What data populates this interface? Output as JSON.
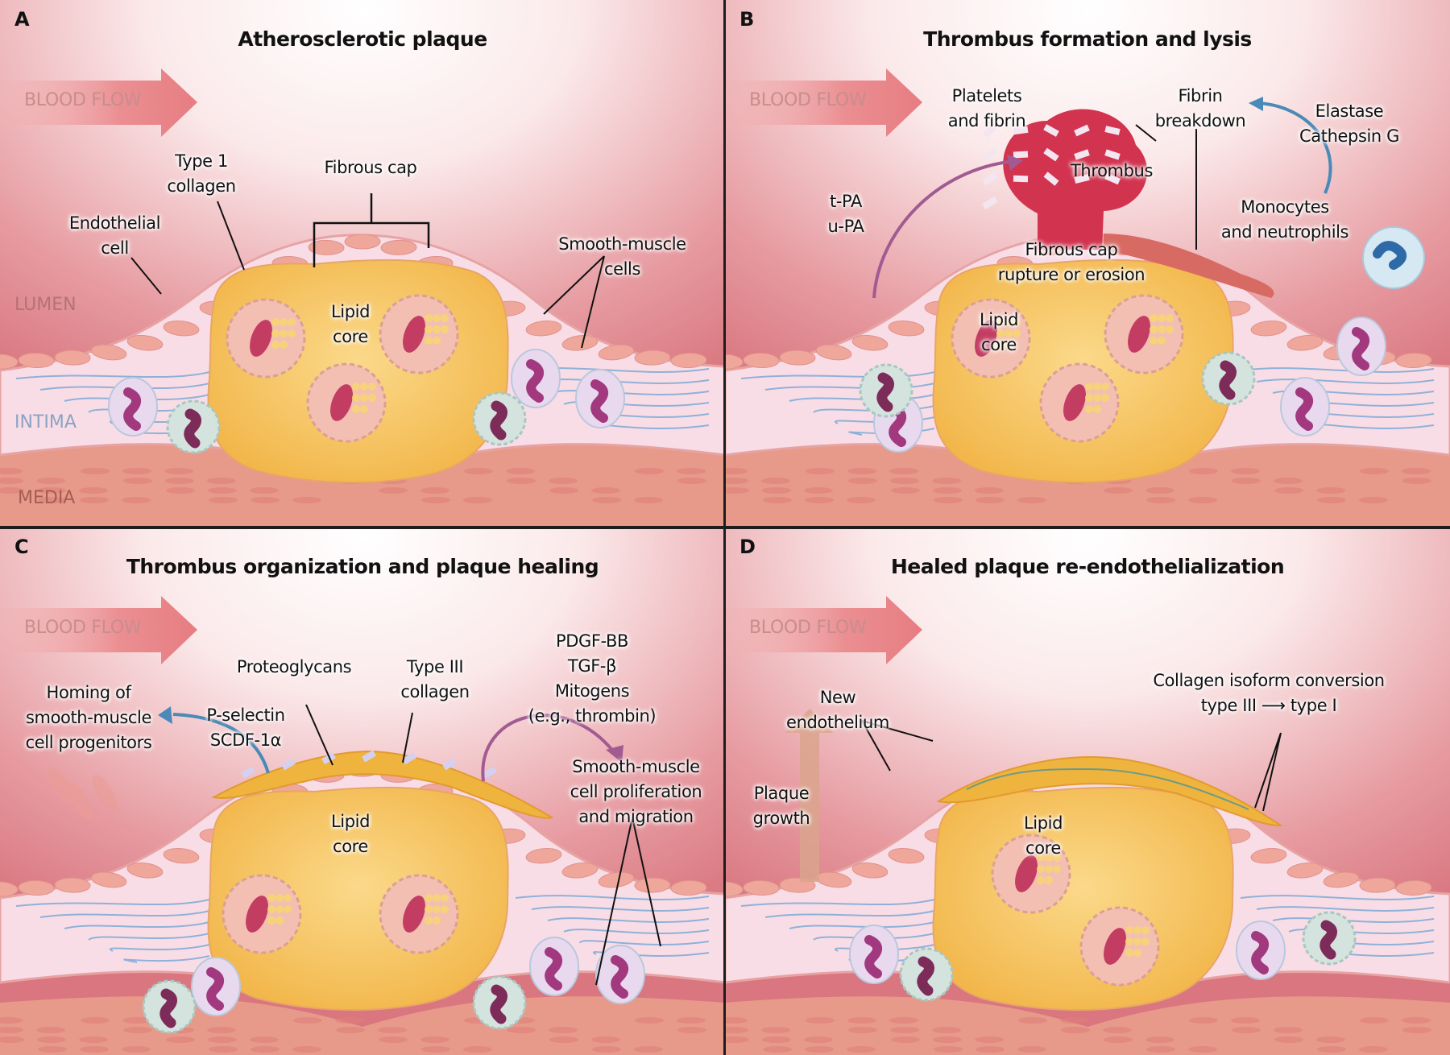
{
  "figure": {
    "colors": {
      "lumen": "#d9767f",
      "lumen_light": "#fbe9ea",
      "intima": "#f9dde6",
      "media": "#e79a8a",
      "lipid_core": "#f7c65a",
      "thrombus": "#d2334f",
      "fibrous_cap_yellow": "#efb43e",
      "arrow_blue": "#4a8ab8",
      "arrow_purple": "#a25b92",
      "divider": "#1d1d1d"
    },
    "panels": [
      {
        "letter": "A",
        "title": "Atherosclerotic plaque",
        "blood_flow": "BLOOD FLOW",
        "layers": {
          "lumen": "LUMEN",
          "intima": "INTIMA",
          "media": "MEDIA"
        },
        "labels": {
          "type1_collagen": "Type 1\ncollagen",
          "fibrous_cap": "Fibrous cap",
          "endothelial_cell": "Endothelial\ncell",
          "smooth_muscle": "Smooth-muscle\ncells",
          "lipid_core": "Lipid\ncore"
        }
      },
      {
        "letter": "B",
        "title": "Thrombus formation and lysis",
        "blood_flow": "BLOOD FLOW",
        "labels": {
          "platelets": "Platelets\nand fibrin",
          "fibrin_breakdown": "Fibrin\nbreakdown",
          "elastase": "Elastase\nCathepsin G",
          "thrombus": "Thrombus",
          "tpa": "t-PA\nu-PA",
          "monocytes": "Monocytes\nand neutrophils",
          "cap_rupture": "Fibrous cap\nrupture or erosion",
          "lipid_core": "Lipid\ncore"
        }
      },
      {
        "letter": "C",
        "title": "Thrombus organization and plaque healing",
        "blood_flow": "BLOOD FLOW",
        "labels": {
          "proteoglycans": "Proteoglycans",
          "type3_collagen": "Type III\ncollagen",
          "growth_factors": "PDGF-BB\nTGF-β\nMitogens\n(e.g., thrombin)",
          "homing": "Homing of\nsmooth-muscle\ncell progenitors",
          "selectin": "P-selectin\nSCDF-1α",
          "smc_proliferation": "Smooth-muscle\ncell proliferation\nand migration",
          "lipid_core": "Lipid\ncore"
        }
      },
      {
        "letter": "D",
        "title": "Healed plaque re-endothelialization",
        "blood_flow": "BLOOD FLOW",
        "labels": {
          "new_endothelium": "New\nendothelium",
          "collagen_conversion": "Collagen isoform conversion\ntype III ⟶ type I",
          "plaque_growth": "Plaque\ngrowth",
          "lipid_core": "Lipid\ncore"
        }
      }
    ]
  }
}
